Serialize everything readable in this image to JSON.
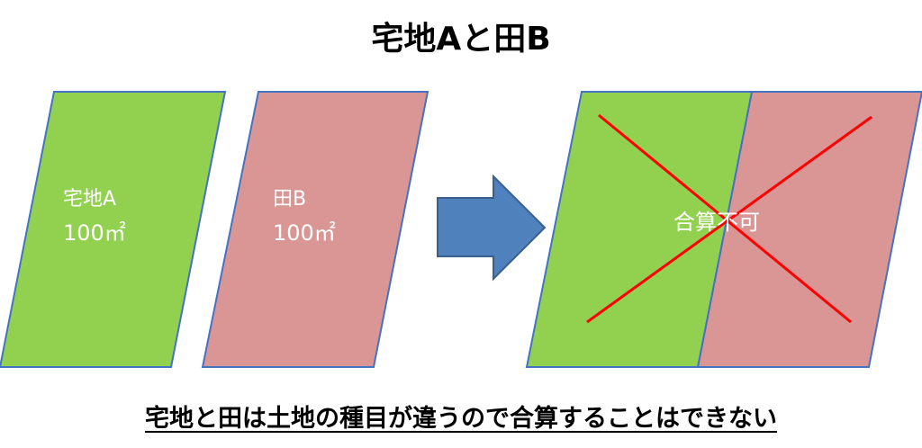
{
  "title": "宅地Aと田B",
  "parcels": {
    "a": {
      "name": "宅地A",
      "area": "100㎡",
      "fill": "#92d050"
    },
    "b": {
      "name": "田B",
      "area": "100㎡",
      "fill": "#d99694"
    }
  },
  "result_label": "合算不可",
  "caption": "宅地と田は土地の種目が違うので合算することはできない",
  "colors": {
    "stroke": "#4472c4",
    "arrow_fill": "#4f81bd",
    "arrow_stroke": "#3a5f8f",
    "cross": "#ff0000",
    "label_text": "#ffffff"
  }
}
